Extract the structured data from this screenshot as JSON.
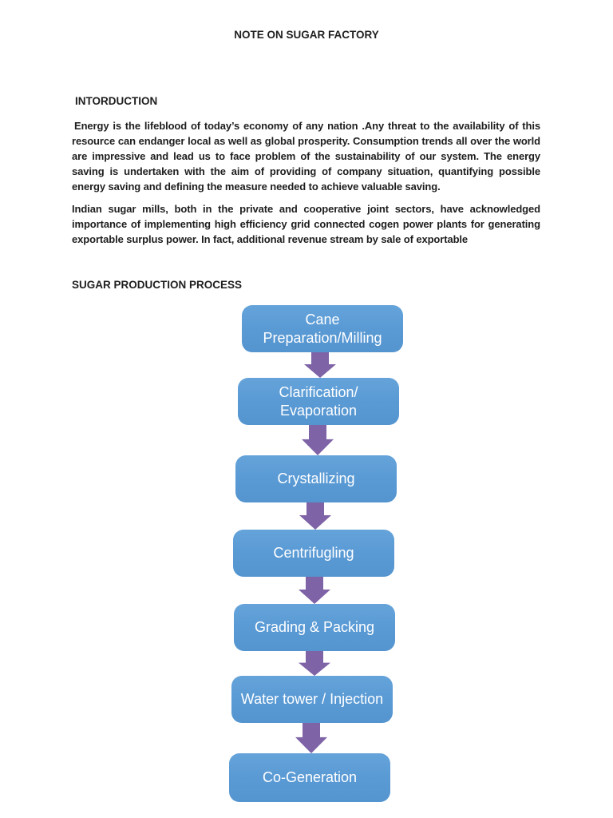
{
  "document": {
    "title": "NOTE ON SUGAR FACTORY",
    "introduction_heading": "INTORDUCTION",
    "paragraphs": [
      "Energy is the lifeblood of today’s economy of any nation .Any threat to the availability of this resource can endanger local as well as global prosperity. Consumption trends all over the world are impressive and lead us to face problem of the sustainability of our system. The energy saving is undertaken with the aim of providing of company situation, quantifying possible energy saving and defining the measure needed to achieve valuable saving.",
      "Indian sugar mills, both in the private and cooperative joint sectors, have acknowledged importance of implementing high efficiency grid connected cogen power plants for generating exportable surplus power. In fact, additional revenue stream by sale of exportable"
    ],
    "process_heading": "SUGAR PRODUCTION PROCESS"
  },
  "flowchart": {
    "steps": [
      {
        "label": "Cane Preparation/Milling"
      },
      {
        "label": "Clarification/ Evaporation"
      },
      {
        "label": "Crystallizing"
      },
      {
        "label": "Centrifugling"
      },
      {
        "label": "Grading & Packing"
      },
      {
        "label": "Water tower / Injection"
      },
      {
        "label": "Co-Generation"
      }
    ],
    "arrow_icon": "down-arrow"
  },
  "theme": {
    "box_color": "#5B9BD5",
    "arrow_color": "#7E63A6",
    "box_text_color": "#FFFFFF",
    "body_text_color": "#1E1E1E"
  }
}
